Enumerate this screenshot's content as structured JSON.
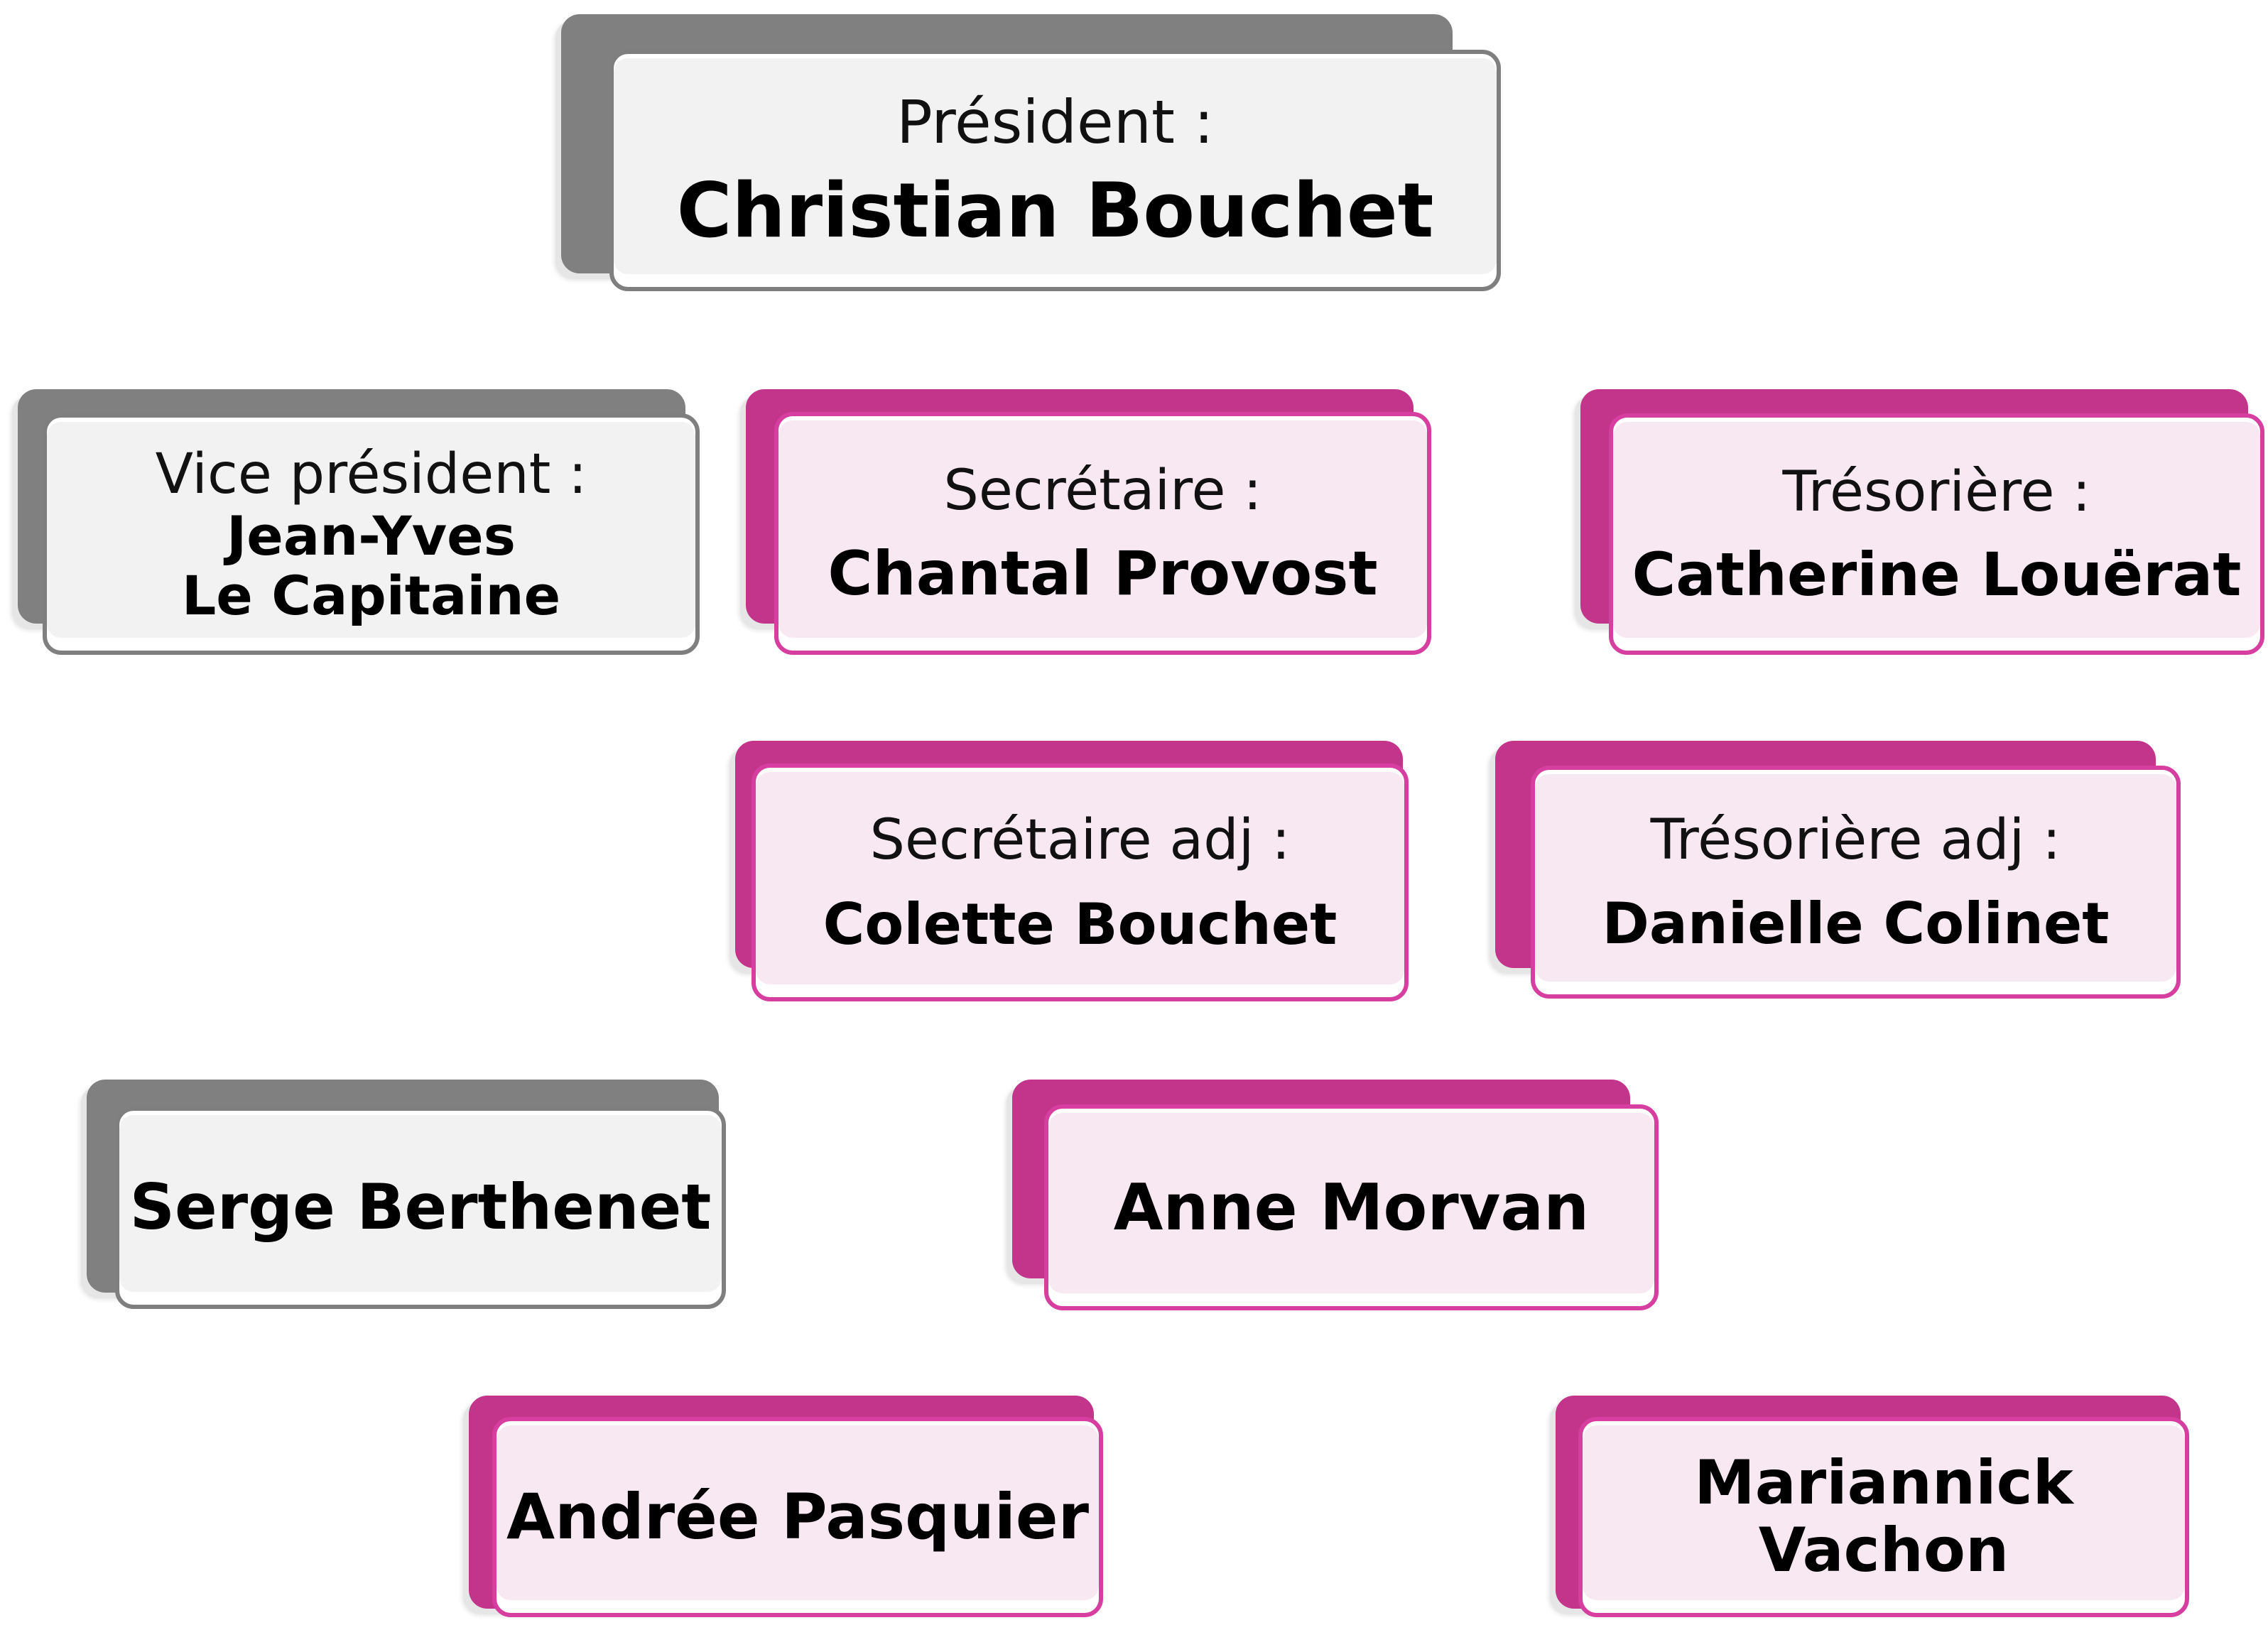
{
  "members": {
    "president": {
      "role": "Président :",
      "name": "Christian Bouchet"
    },
    "vice_president": {
      "role": "Vice président :",
      "name_line1": "Jean-Yves",
      "name_line2": "Le Capitaine"
    },
    "secretaire": {
      "role": "Secrétaire :",
      "name": "Chantal Provost"
    },
    "tresoriere": {
      "role": "Trésorière :",
      "name": "Catherine Louërat"
    },
    "secretaire_adj": {
      "role": "Secrétaire adj :",
      "name": "Colette Bouchet"
    },
    "tresoriere_adj": {
      "role": "Trésorière adj :",
      "name": "Danielle Colinet"
    },
    "member_serge": {
      "name": "Serge Berthenet"
    },
    "member_anne": {
      "name": "Anne Morvan"
    },
    "member_andree": {
      "name": "Andrée Pasquier"
    },
    "member_mariannick": {
      "name_line1": "Mariannick",
      "name_line2": "Vachon"
    }
  },
  "colors": {
    "grey_back": "#808080",
    "grey_front": "#f2f2f2",
    "grey_border": "#7f7f7f",
    "pink_back": "#c2358a",
    "pink_front": "#f8e8f2",
    "pink_border": "#d63ea0"
  }
}
